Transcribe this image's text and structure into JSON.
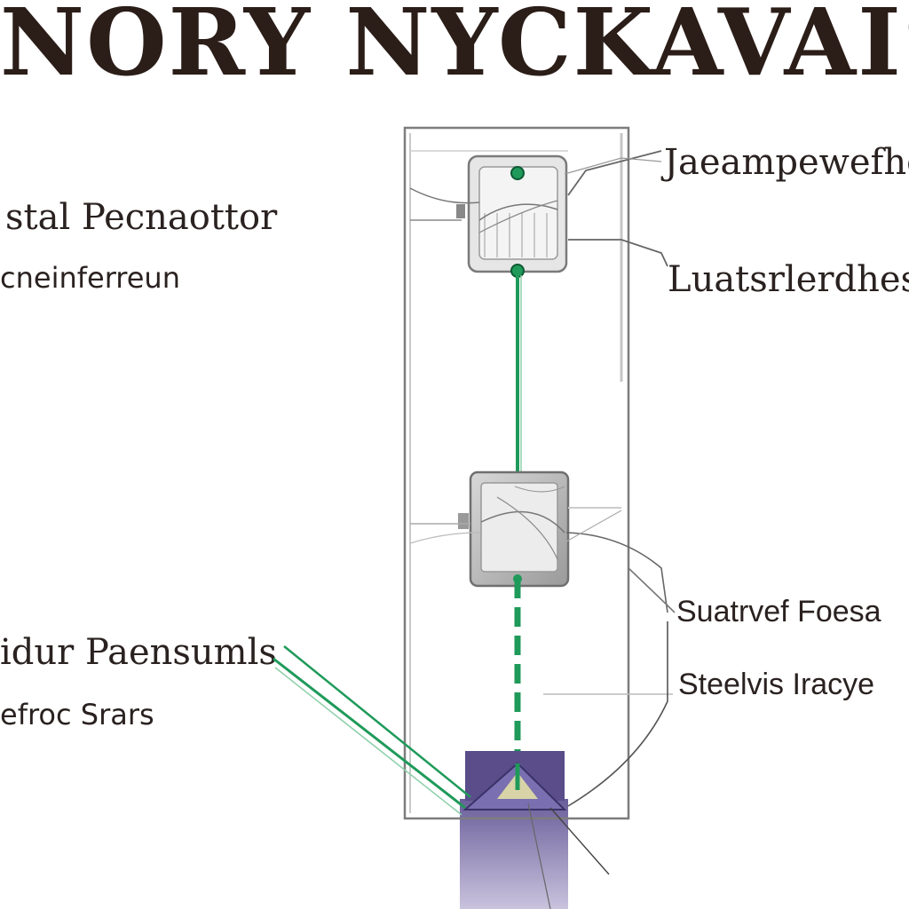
{
  "title": "NORY NYCKAVAIS",
  "left_labels": {
    "top_line1": "stal Pecnaottor",
    "top_line2": "cneinferreun",
    "bottom_line1": "idur Paensumls",
    "bottom_line2": "efroc Srars"
  },
  "right_labels": {
    "r1": "Jaeampewefhev",
    "r2": "Luatsrlerdhes",
    "r3": "Suatrvef Foesa",
    "r4": "Steelvis Iracye"
  },
  "colors": {
    "wire_green": "#1f9a5a",
    "base_purple": "#5a4d8a",
    "enclosure": "#8a8a8a",
    "box": "#a8a8a8"
  },
  "icons": [
    "indicator-led-icon",
    "junction-box-icon",
    "base-terminal-icon"
  ]
}
